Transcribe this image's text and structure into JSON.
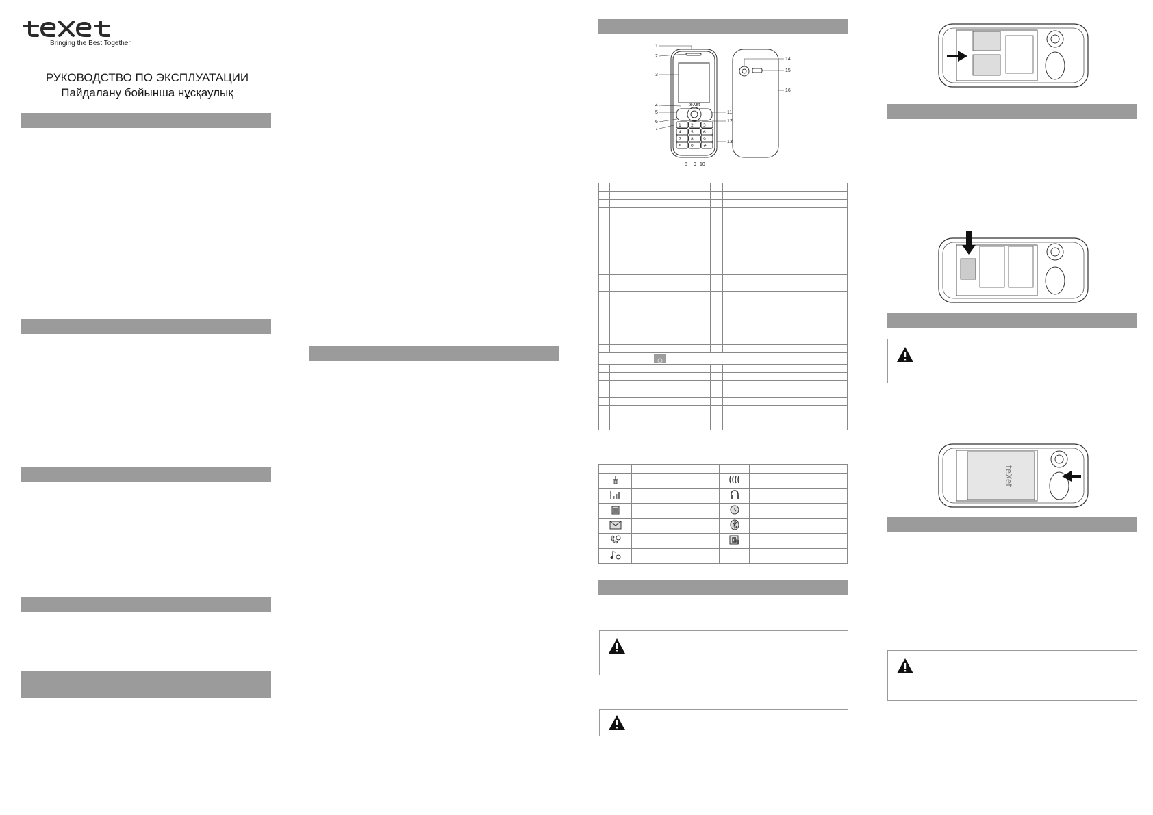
{
  "brand": {
    "logo": "teXet",
    "tagline": "Bringing the Best Together"
  },
  "titles": {
    "ru": "РУКОВОДСТВО ПО ЭКСПЛУАТАЦИИ",
    "kz": "Пайдалану бойынша нұсқаулық"
  },
  "phone_diagram": {
    "callouts_left": [
      "1",
      "2",
      "3",
      "4",
      "5",
      "6",
      "7"
    ],
    "callouts_right": [
      "11",
      "12",
      "13"
    ],
    "callouts_bottom": [
      "8",
      "9",
      "10"
    ],
    "callouts_back": [
      "14",
      "15",
      "16"
    ],
    "screen_logo": "teXet",
    "keypad": [
      "1",
      "2",
      "3",
      "4",
      "5",
      "6",
      "7",
      "8",
      "9",
      "*",
      "0",
      "#"
    ]
  },
  "battery_logo": "teXet",
  "status_icons": [
    "antenna-icon",
    "signal-strength-icon",
    "battery-icon",
    "sms-icon",
    "missed-call-icon",
    "music-icon",
    "vibration-icon",
    "headset-icon",
    "alarm-icon",
    "bluetooth-icon",
    "gprs-icon"
  ],
  "colors": {
    "section_bar": "#9b9b9b",
    "border": "#888888",
    "text": "#222222"
  }
}
